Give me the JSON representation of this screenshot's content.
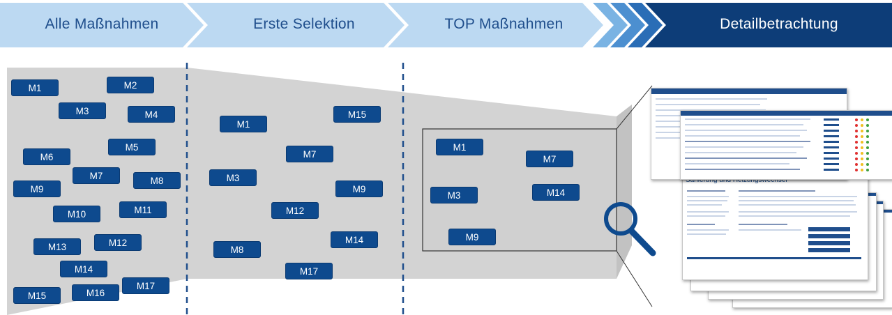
{
  "steps": [
    {
      "label": "Alle Maßnahmen"
    },
    {
      "label": "Erste Selektion"
    },
    {
      "label": "TOP Maßnahmen"
    },
    {
      "label": "Detailbetrachtung"
    }
  ],
  "stage1": {
    "measures": [
      "M1",
      "M2",
      "M3",
      "M4",
      "M5",
      "M6",
      "M7",
      "M8",
      "M9",
      "M10",
      "M11",
      "M12",
      "M13",
      "M14",
      "M15",
      "M16",
      "M17"
    ]
  },
  "stage2": {
    "measures": [
      "M15",
      "M1",
      "M7",
      "M3",
      "M9",
      "M12",
      "M14",
      "M8",
      "M17"
    ]
  },
  "stage3": {
    "measures": [
      "M1",
      "M7",
      "M3",
      "M14",
      "M9"
    ]
  },
  "detail": {
    "doc_heading": "Sanierung und Heizungswechsel"
  },
  "colors": {
    "tag_fill": "#0e4a8e",
    "chevron_light": "#bcd9f2",
    "chevron_dark": "#0d3d78",
    "funnel": "#d3d3d3",
    "divider": "#1f4e8c"
  },
  "icons": {
    "magnifier": "magnifier-icon"
  }
}
